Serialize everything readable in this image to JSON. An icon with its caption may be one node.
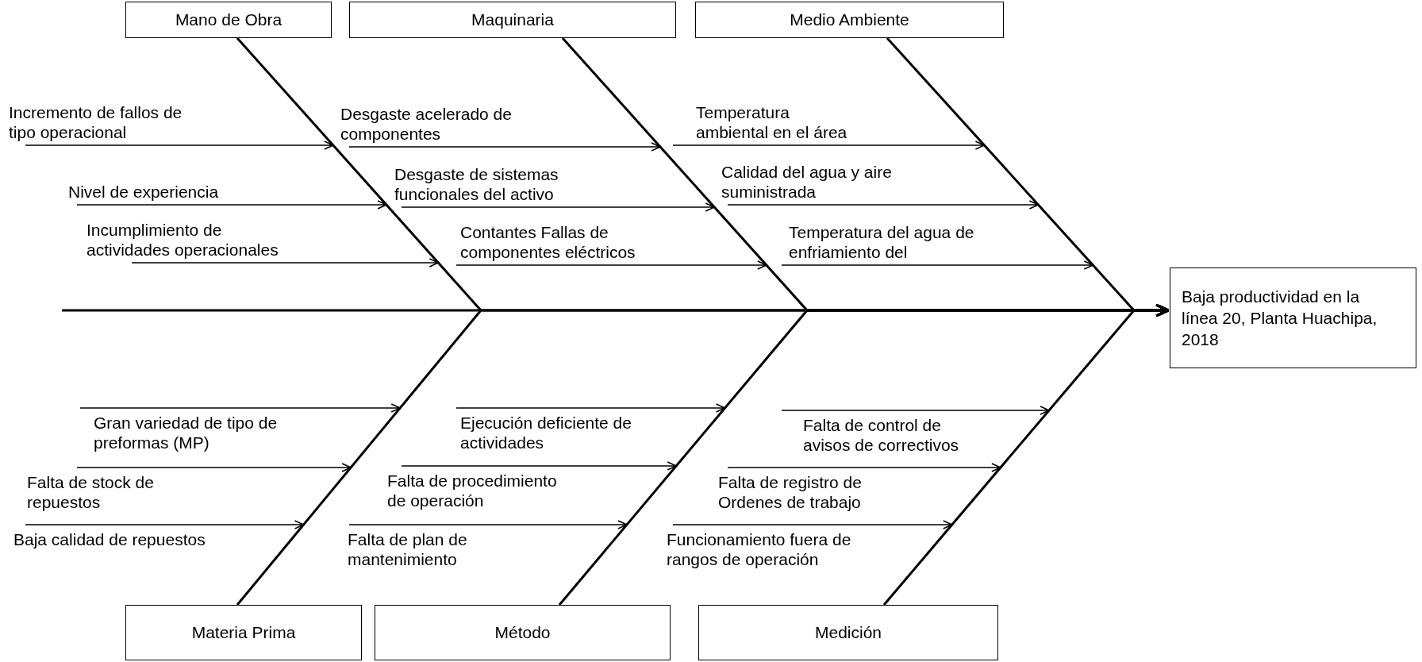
{
  "diagram": {
    "nodes": [
      {
        "text": [
          "Mano de Obra"
        ]
      },
      {
        "text": [
          "Maquinaria"
        ]
      },
      {
        "text": [
          "Medio Ambiente"
        ]
      },
      {
        "text": [
          "Incremento de fallos de tipo operacional"
        ]
      },
      {
        "text": [
          "Nivel de experiencia"
        ]
      },
      {
        "text": [
          "Incumplimiento de actividades operacionales"
        ]
      },
      {
        "text": [
          "Desgaste acelerado de componentes"
        ]
      },
      {
        "text": [
          "Desgaste de sistemas funcionales del activo"
        ]
      },
      {
        "text": [
          "Contantes Fallas de componentes eléctricos"
        ]
      },
      {
        "text": [
          "Temperatura ambiental en el área"
        ]
      },
      {
        "text": [
          "Calidad del agua y aire suministrada"
        ]
      },
      {
        "text": [
          "Temperatura del agua de enfriamiento del"
        ]
      },
      {
        "text": [
          "Baja productividad en la línea 20, Planta Huachipa, 2018"
        ]
      },
      {
        "text": [
          "Gran variedad de tipo de preformas (MP)"
        ]
      },
      {
        "text": [
          "Falta de stock de repuestos"
        ]
      },
      {
        "text": [
          "Baja calidad de repuestos"
        ]
      },
      {
        "text": [
          "Ejecución deficiente de actividades"
        ]
      },
      {
        "text": [
          "Falta de procedimiento de operación"
        ]
      },
      {
        "text": [
          "Falta de plan de mantenimiento"
        ]
      },
      {
        "text": [
          "Falta de control de avisos de correctivos"
        ]
      },
      {
        "text": [
          "Falta de registro de Ordenes de trabajo"
        ]
      },
      {
        "text": [
          "Funcionamiento fuera de rangos de operación"
        ]
      },
      {
        "text": [
          "Materia Prima"
        ]
      },
      {
        "text": [
          "Método"
        ]
      },
      {
        "text": [
          "Medición"
        ]
      }
    ],
    "edges": [
      {
        "from": 3,
        "to": 12,
        "arrow": "to"
      },
      {
        "from": 4,
        "to": 12,
        "arrow": "to"
      },
      {
        "from": 5,
        "to": 12,
        "arrow": "to"
      },
      {
        "from": 6,
        "to": 12,
        "arrow": "to"
      },
      {
        "from": 7,
        "to": 12,
        "arrow": "to"
      },
      {
        "from": 8,
        "to": 12,
        "arrow": "to"
      },
      {
        "from": 9,
        "to": 12,
        "arrow": "to"
      },
      {
        "from": 10,
        "to": 12,
        "arrow": "to"
      },
      {
        "from": 11,
        "to": 12,
        "arrow": "to"
      },
      {
        "from": 13,
        "to": 12,
        "arrow": "to"
      },
      {
        "from": 14,
        "to": 12,
        "arrow": "to"
      },
      {
        "from": 15,
        "to": 12,
        "arrow": "to"
      },
      {
        "from": 16,
        "to": 12,
        "arrow": "to"
      },
      {
        "from": 17,
        "to": 12,
        "arrow": "to"
      },
      {
        "from": 18,
        "to": 12,
        "arrow": "to"
      },
      {
        "from": 19,
        "to": 12,
        "arrow": "to"
      },
      {
        "from": 20,
        "to": 12,
        "arrow": "to"
      },
      {
        "from": 21,
        "to": 12,
        "arrow": "to"
      },
      {
        "from": 0,
        "to": 12,
        "arrow": "to"
      },
      {
        "from": 1,
        "to": 12,
        "arrow": "to"
      },
      {
        "from": 2,
        "to": 12,
        "arrow": "to"
      },
      {
        "from": 22,
        "to": 12,
        "arrow": "to"
      },
      {
        "from": 23,
        "to": 12,
        "arrow": "to"
      },
      {
        "from": 24,
        "to": 12,
        "arrow": "to"
      }
    ]
  }
}
